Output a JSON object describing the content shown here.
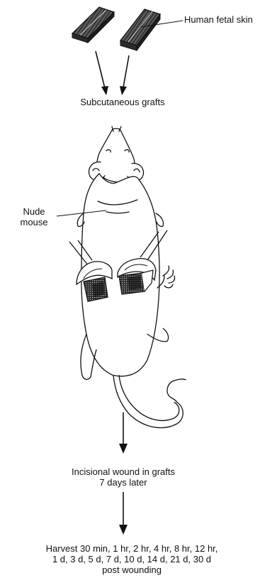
{
  "labels": {
    "skin": "Human fetal skin",
    "grafts": "Subcutaneous grafts",
    "mouse_line1": "Nude",
    "mouse_line2": "mouse",
    "wound_line1": "Incisional wound in grafts",
    "wound_line2": "7 days later",
    "harvest_line1": "Harvest 30 min, 1 hr, 2 hr, 4 hr, 8 hr, 12 hr,",
    "harvest_line2": "1 d, 3 d, 5 d, 7 d, 10 d, 14 d, 21 d, 30 d",
    "harvest_line3": "post wounding"
  },
  "colors": {
    "ink": "#111111",
    "graft_fill": "#4a4a4a",
    "background": "#ffffff"
  }
}
